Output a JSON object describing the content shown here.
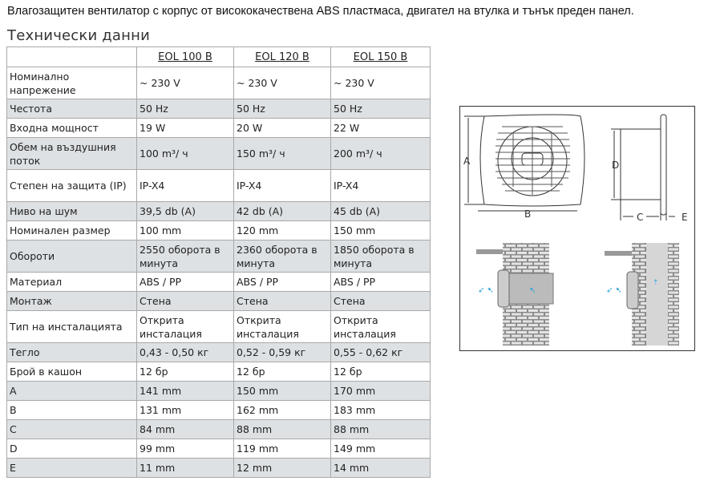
{
  "intro": "Влагозащитен вентилатор с корпус от висококачествена ABS пластмаса, двигател на втулка и тънък преден панел.",
  "heading": "Технически данни",
  "table": {
    "headers": [
      "",
      "EOL 100 B",
      "EOL 120 B",
      "EOL 150 B"
    ],
    "rows": [
      {
        "label": "Номинално напрежение",
        "values": [
          "~ 230 V",
          "~ 230 V",
          "~ 230 V"
        ],
        "h": "tall"
      },
      {
        "label": "Честота",
        "values": [
          "50 Hz",
          "50 Hz",
          "50 Hz"
        ]
      },
      {
        "label": "Входна мощност",
        "values": [
          "19 W",
          "20 W",
          "22 W"
        ]
      },
      {
        "label": "Обем на въздушния поток",
        "values": [
          "100 m³/ ч",
          "150 m³/ ч",
          "200 m³/ ч"
        ],
        "h": "tall"
      },
      {
        "label": "Степен на защита (IP)",
        "values": [
          "IP-X4",
          "IP-X4",
          "IP-X4"
        ],
        "h": "tall"
      },
      {
        "label": "Ниво на шум",
        "values": [
          "39,5 db (A)",
          "42 db (A)",
          "45 db (A)"
        ]
      },
      {
        "label": "Номинален размер",
        "values": [
          "100 mm",
          "120 mm",
          "150 mm"
        ]
      },
      {
        "label": "Обороти",
        "values": [
          "2550 оборота в минута",
          "2360 оборота в минута",
          "1850 оборота в минута"
        ],
        "h": "tall"
      },
      {
        "label": "Материал",
        "values": [
          "ABS / PP",
          "ABS / PP",
          "ABS / PP"
        ]
      },
      {
        "label": "Монтаж",
        "values": [
          "Стена",
          "Стена",
          "Стена"
        ]
      },
      {
        "label": "Тип на инсталацията",
        "values": [
          "Открита инсталация",
          "Открита инсталация",
          "Открита инсталация"
        ],
        "h": "tall"
      },
      {
        "label": "Тегло",
        "values": [
          "0,43 - 0,50 кг",
          "0,52 - 0,59 кг",
          "0,55 - 0,62 кг"
        ]
      },
      {
        "label": "Брой в кашон",
        "values": [
          "12 бр",
          "12 бр",
          "12 бр"
        ]
      },
      {
        "label": "A",
        "values": [
          "141 mm",
          "150 mm",
          "170 mm"
        ]
      },
      {
        "label": "B",
        "values": [
          "131 mm",
          "162 mm",
          "183 mm"
        ]
      },
      {
        "label": "C",
        "values": [
          "84 mm",
          "88 mm",
          "88 mm"
        ]
      },
      {
        "label": "D",
        "values": [
          "99 mm",
          "119 mm",
          "149 mm"
        ]
      },
      {
        "label": "E",
        "values": [
          "11 mm",
          "12 mm",
          "14 mm"
        ]
      }
    ]
  },
  "diagram": {
    "labels": {
      "a": "A",
      "b": "B",
      "c": "C",
      "d": "D",
      "e": "E"
    }
  },
  "colors": {
    "row_shade": "#dde1e4",
    "border": "#a9a9a9",
    "air": "#2aa3dd"
  }
}
